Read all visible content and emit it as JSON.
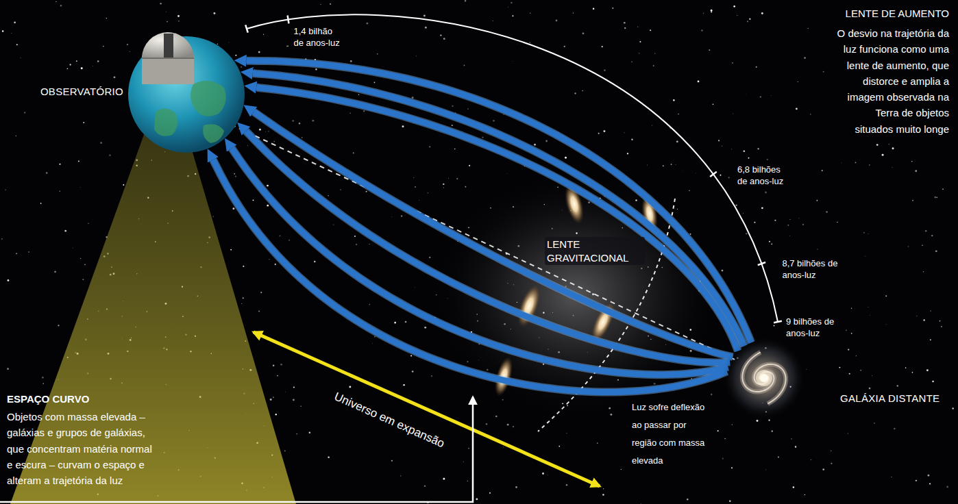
{
  "diagram": {
    "nodes": [
      {
        "text": [
          "OBSERVATÓRIO"
        ]
      },
      {
        "text": [
          "GALÁXIA DISTANTE"
        ]
      }
    ],
    "edges": [
      {
        "from": 1,
        "to": 0,
        "arrow": "to"
      },
      {
        "from": 1,
        "to": 0,
        "arrow": "to"
      },
      {
        "from": 1,
        "to": 0,
        "arrow": "to"
      },
      {
        "from": 1,
        "to": 0,
        "arrow": "to"
      },
      {
        "from": 1,
        "to": 0,
        "arrow": "to"
      },
      {
        "from": 1,
        "to": 0,
        "arrow": "to"
      },
      {
        "from": 1,
        "to": 0,
        "arrow": "to"
      }
    ],
    "labels": [
      "1,4 bilhão de anos-luz",
      "LENTE DE AUMENTO",
      "O desvio na trajetória da luz funciona como uma lente de aumento, que distorce e amplia a imagem observada na Terra de objetos situados muito longe",
      "6,8 bilhões de anos-luz",
      "LENTE GRAVITACIONAL",
      "8,7 bilhões de anos-luz",
      "9 bilhões de anos-luz",
      "ESPAÇO CURVO",
      "Objetos com massa elevada – galáxias e grupos de galáxias, que concentram matéria normal e escura – curvam o espaço e alteram a trajetória da luz",
      "Universo em expansão",
      "Luz sofre deflexão ao passar por região com massa elevada"
    ]
  }
}
